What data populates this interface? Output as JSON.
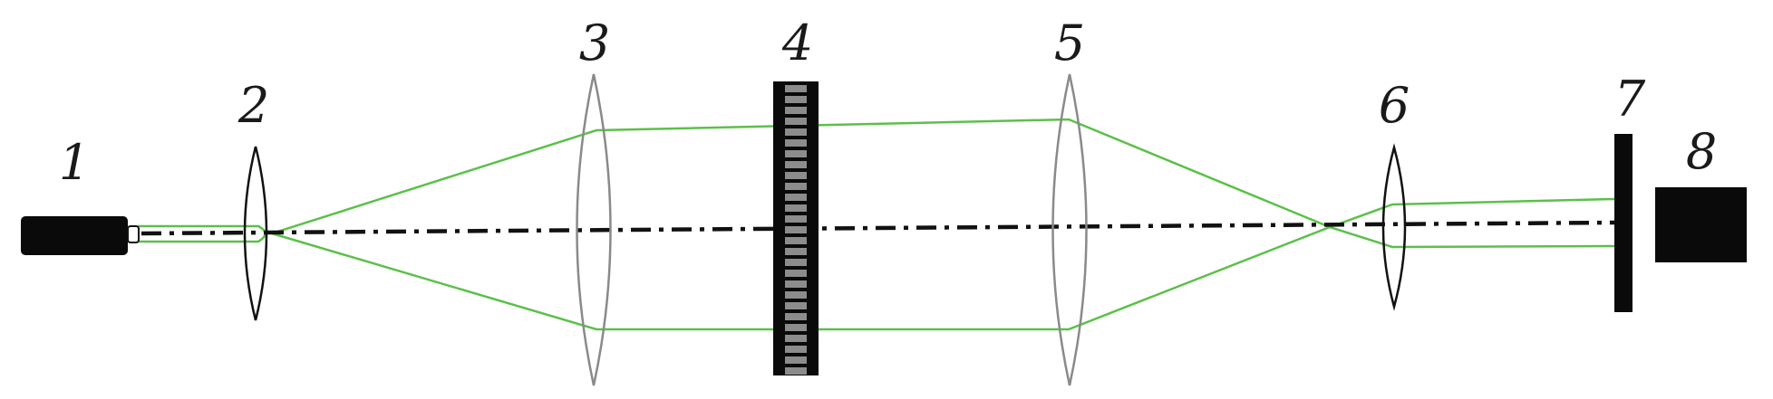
{
  "diagram": {
    "type": "optical-setup-schematic",
    "labels": [
      "1",
      "2",
      "3",
      "4",
      "5",
      "6",
      "7",
      "8"
    ],
    "colors": {
      "beam": "#5cc04a",
      "component": "#0a0a0a",
      "grating_cell": "#8c8c8c",
      "lens_grey": "#8a8a8a"
    }
  }
}
